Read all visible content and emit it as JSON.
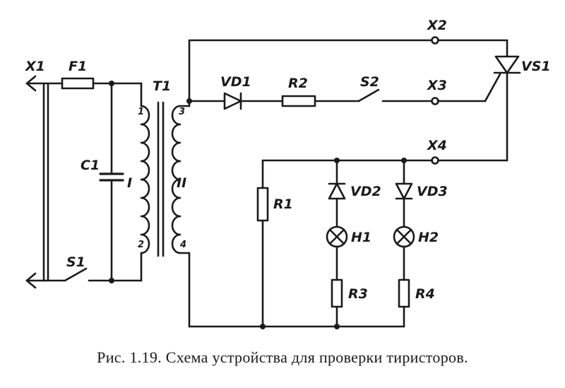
{
  "labels": {
    "x1": "X1",
    "f1": "F1",
    "t1": "T1",
    "c1": "C1",
    "s1": "S1",
    "vd1": "VD1",
    "r2": "R2",
    "s2": "S2",
    "x2": "X2",
    "x3": "X3",
    "x4": "X4",
    "vs1": "VS1",
    "r1": "R1",
    "vd2": "VD2",
    "vd3": "VD3",
    "h1": "H1",
    "h2": "H2",
    "r3": "R3",
    "r4": "R4",
    "winding_primary": "I",
    "winding_secondary": "II",
    "pin1": "1",
    "pin2": "2",
    "pin3": "3",
    "pin4": "4"
  },
  "caption": "Рис. 1.19. Схема устройства для проверки тиристоров."
}
